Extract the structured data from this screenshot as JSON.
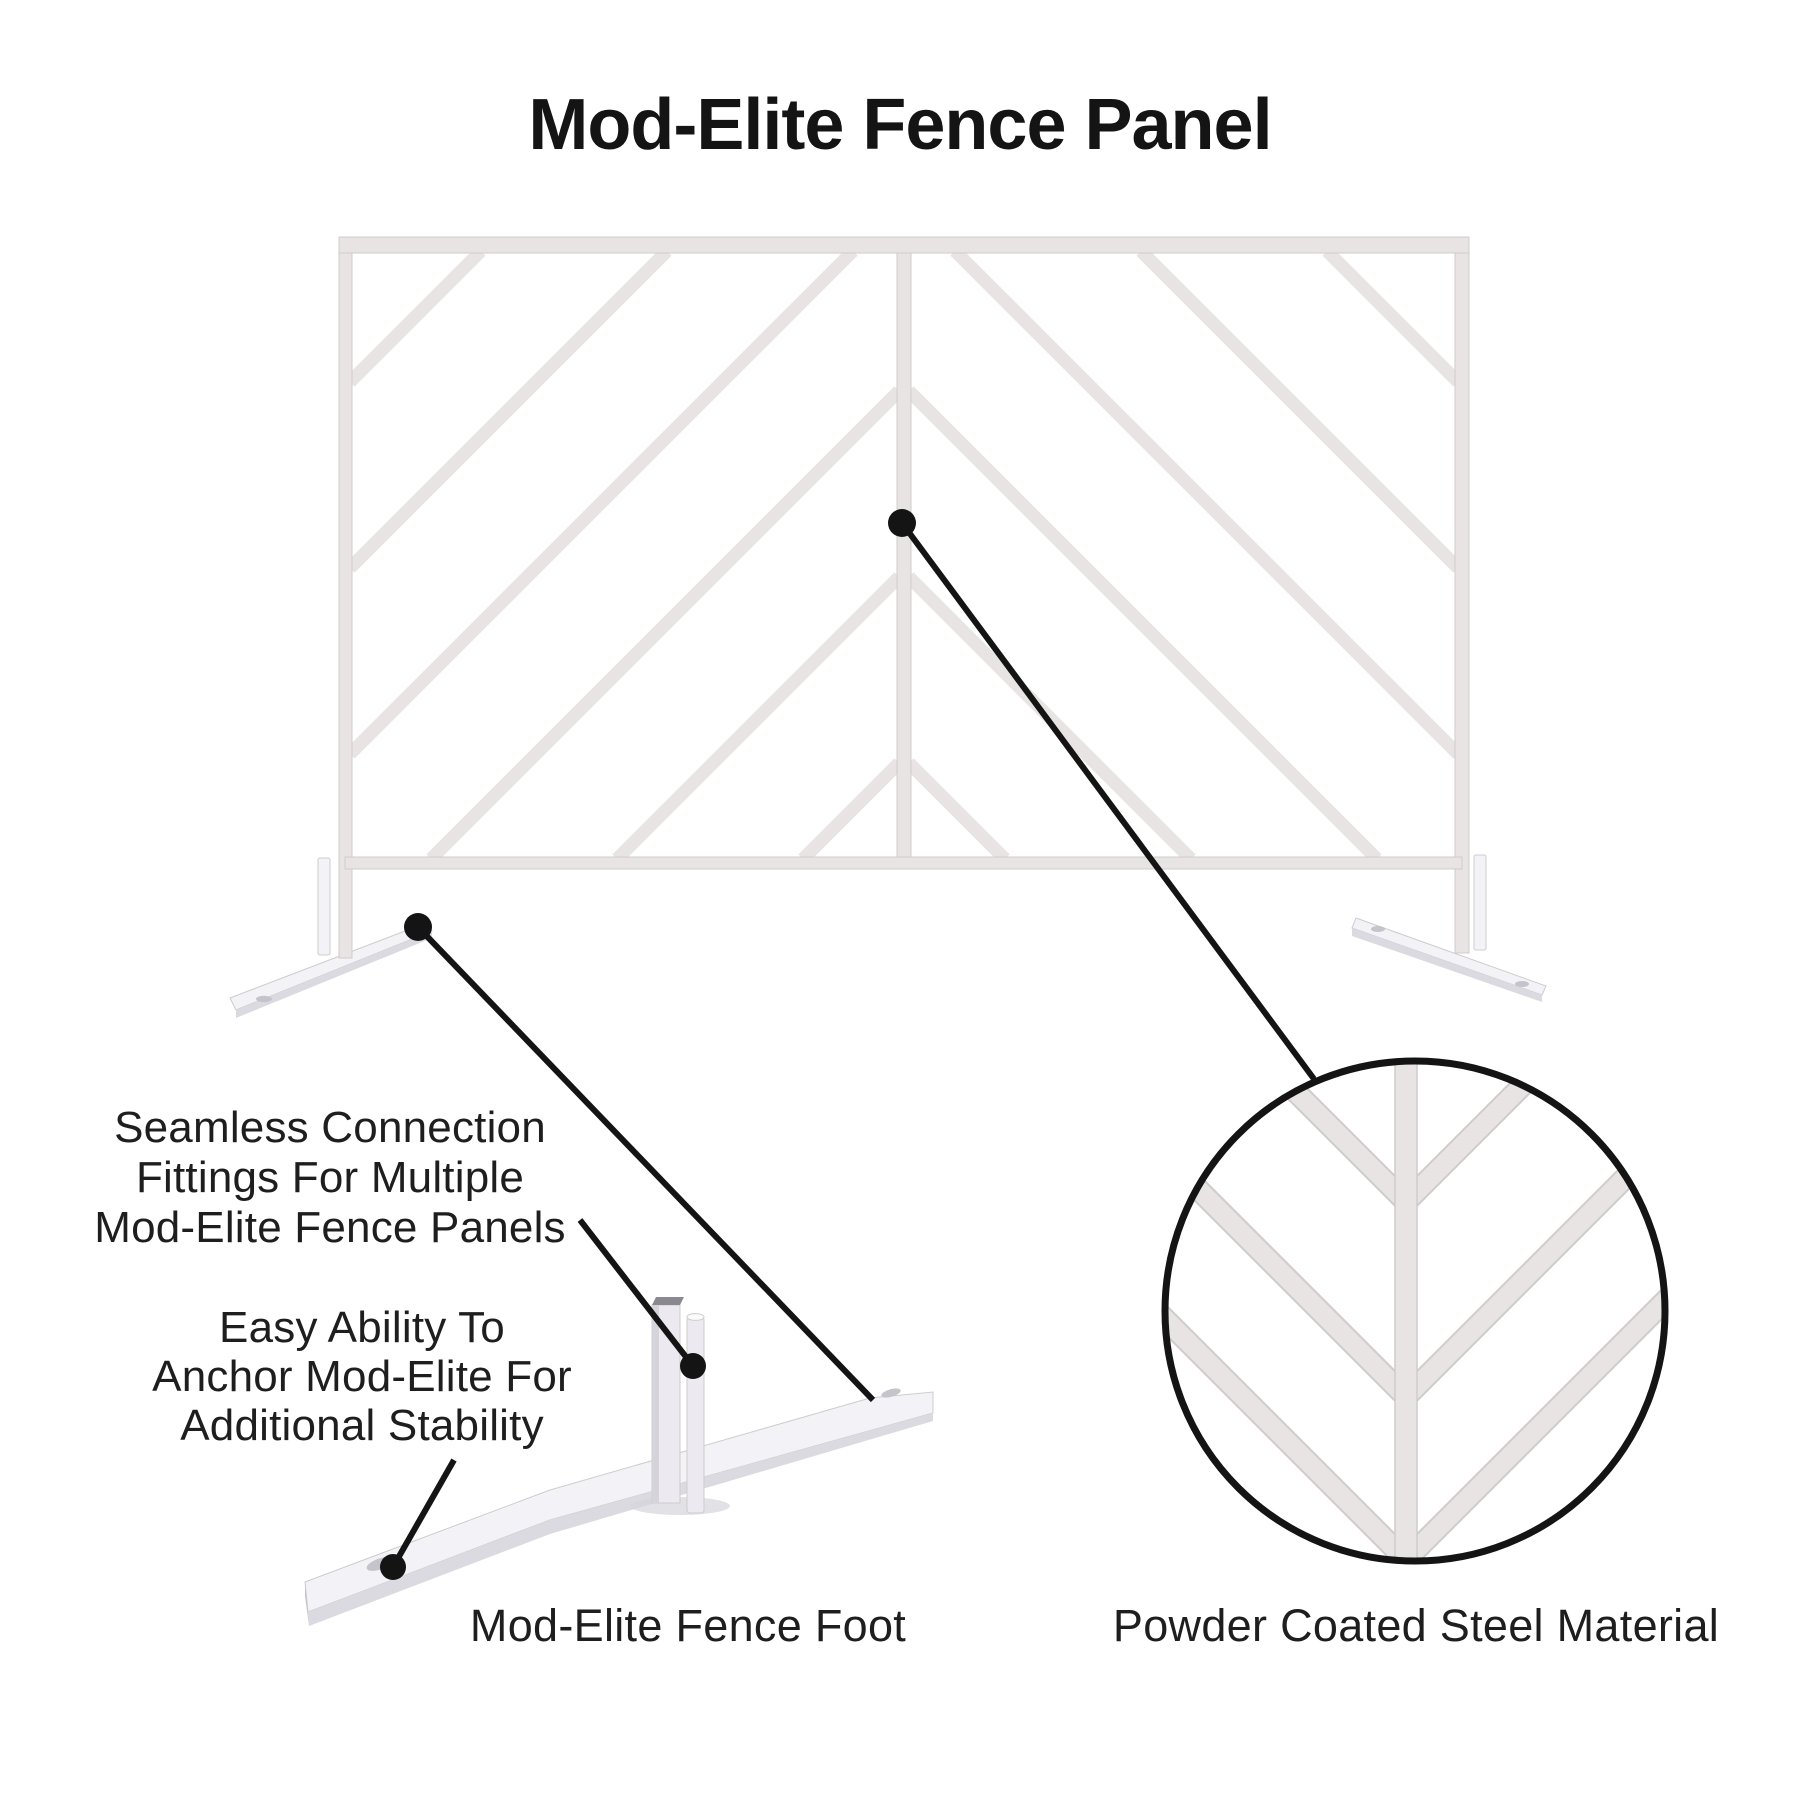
{
  "title": "Mod-Elite Fence Panel",
  "callouts": {
    "connection": [
      "Seamless Connection",
      "Fittings For Multiple",
      "Mod-Elite Fence Panels"
    ],
    "anchor": [
      "Easy Ability To",
      "Anchor Mod-Elite For",
      "Additional Stability"
    ],
    "foot_caption": "Mod-Elite Fence Foot",
    "material_caption": "Powder Coated Steel Material"
  },
  "colors": {
    "background": "#ffffff",
    "steel": "#e7e4e3",
    "steel_edge": "#cfcccb",
    "plate_top": "#f3f2f7",
    "plate_side": "#dcdae1",
    "plate_dark": "#c6c4cb",
    "tube_face": "#eceaf0",
    "tube_shade": "#d6d4db",
    "ink": "#141414",
    "text": "#1e1e1e"
  }
}
